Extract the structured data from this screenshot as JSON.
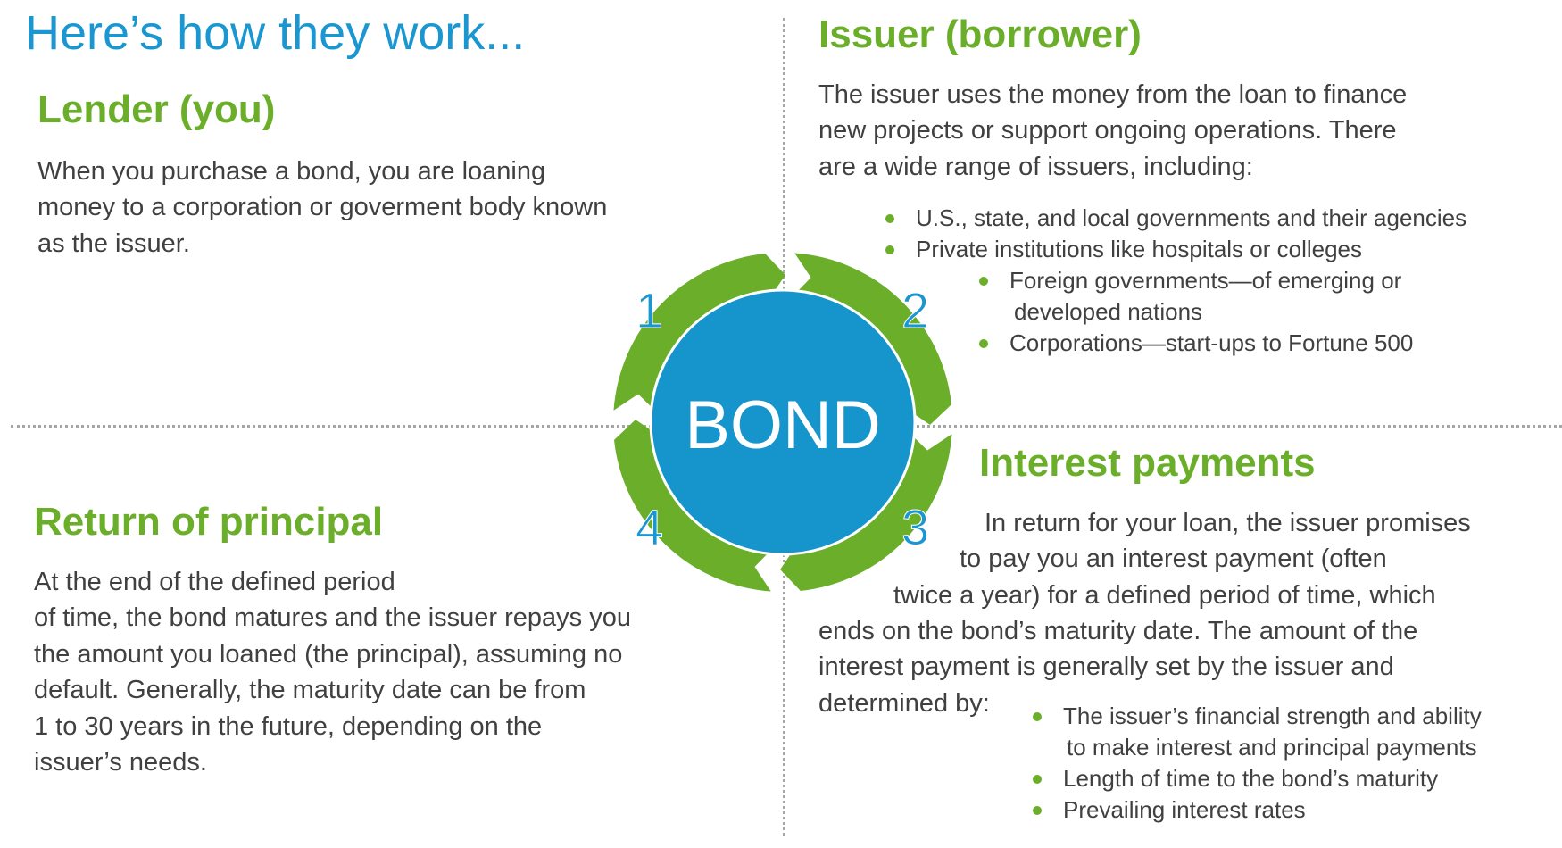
{
  "title": "Here’s how they work...",
  "lender": {
    "heading": "Lender (you)",
    "lines": [
      "When you purchase a bond, you are loaning",
      "money to a corporation or goverment body known",
      "as the issuer."
    ]
  },
  "issuer": {
    "heading": "Issuer (borrower)",
    "lines": [
      "The issuer uses the money from the loan to finance",
      "new projects or support ongoing operations. There",
      "are a wide range of issuers, including:"
    ],
    "bullets": [
      "U.S., state, and local governments and their agencies",
      "Private institutions like hospitals or colleges"
    ],
    "sub_bullets": [
      "Foreign governments—of emerging or",
      "developed nations",
      "Corporations—start-ups to Fortune 500"
    ]
  },
  "interest": {
    "heading": "Interest payments",
    "lines": [
      "In return for your loan, the issuer promises",
      "to pay you an interest payment (often",
      "twice a year) for a defined period of time, which",
      "ends on the bond’s maturity date. The amount of the",
      "interest payment is generally set by the issuer and",
      "determined by:"
    ],
    "bullets": [
      "The issuer’s financial strength and ability",
      "to make interest and principal payments",
      "Length of time to the bond’s maturity",
      "Prevailing interest rates"
    ]
  },
  "principal": {
    "heading": "Return of principal",
    "lines": [
      "At the end of the defined period",
      "of time, the bond matures and the issuer repays you",
      "the amount you loaned (the principal), assuming no",
      "default. Generally, the maturity date can be from",
      "1 to 30 years in the future, depending on the",
      "issuer’s needs."
    ]
  },
  "center": {
    "label": "BOND",
    "steps": [
      "1",
      "2",
      "3",
      "4"
    ]
  },
  "colors": {
    "blue": "#1a96d0",
    "green": "#6aae2a"
  }
}
